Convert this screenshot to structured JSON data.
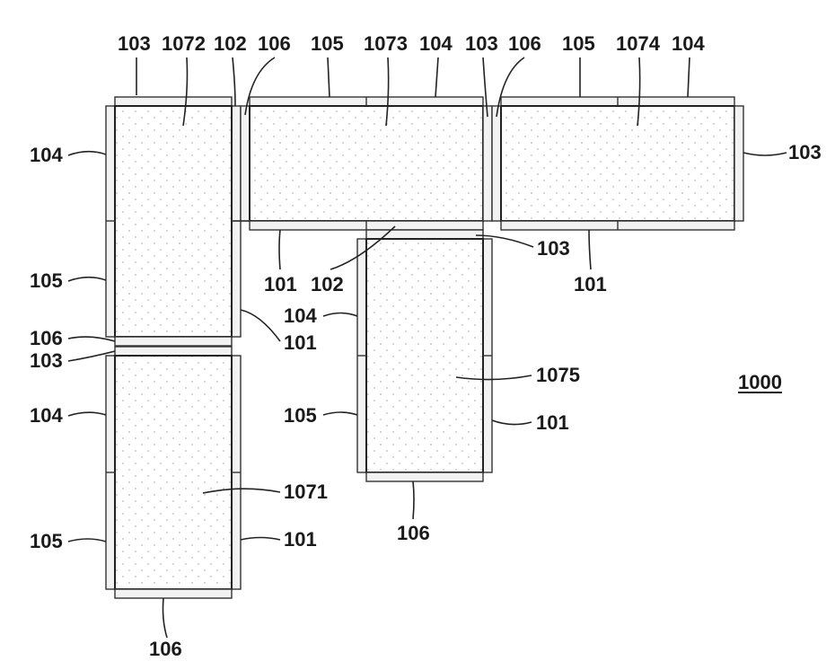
{
  "figure": {
    "number": "1000",
    "modules": {
      "m1071": "1071",
      "m1072": "1072",
      "m1073": "1073",
      "m1074": "1074",
      "m1075": "1075"
    },
    "labels": {
      "l103_top_1072": "103",
      "l1072_top": "1072",
      "l102_top": "102",
      "l106_top_a": "106",
      "l105_top_1073": "105",
      "l1073_top": "1073",
      "l104_top_1073": "104",
      "l103_top_b": "103",
      "l106_top_b": "106",
      "l105_top_1074": "105",
      "l1074_top": "1074",
      "l104_top_1074": "104",
      "l104_left_1072": "104",
      "l103_right_1074": "103",
      "l105_left_1072": "105",
      "l101_under_1073": "101",
      "l102_under_1073": "102",
      "l103_mid": "103",
      "l101_under_1074": "101",
      "l104_left_1075": "104",
      "l101_right_1072": "101",
      "l106_mid": "106",
      "l103_mid_left": "103",
      "l104_left_1071": "104",
      "l1075_label": "1075",
      "l105_left_1075": "105",
      "l101_right_1075": "101",
      "l1071_label": "1071",
      "l106_under_1075": "106",
      "l105_left_1071": "105",
      "l101_right_1071": "101",
      "l106_bottom": "106"
    }
  }
}
